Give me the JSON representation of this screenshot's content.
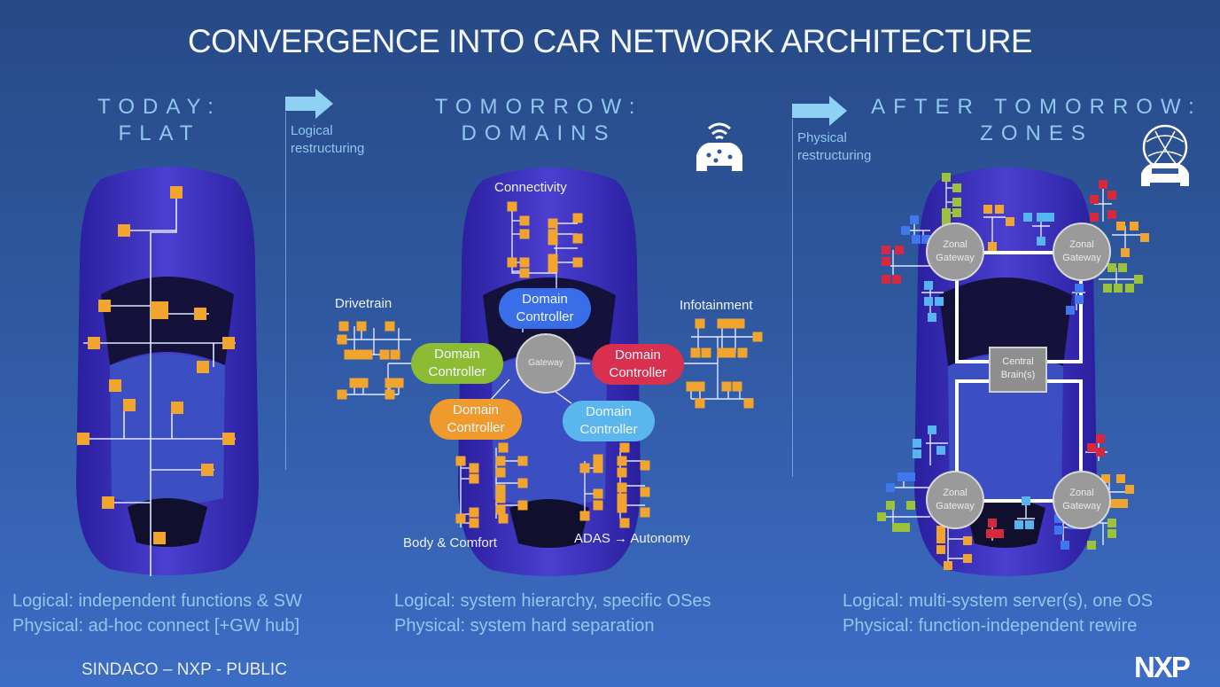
{
  "title": "CONVERGENCE INTO CAR NETWORK ARCHITECTURE",
  "columns": [
    {
      "heading_line1": "TODAY:",
      "heading_line2": "FLAT",
      "desc_logical": "Logical: independent functions & SW",
      "desc_physical": "Physical: ad-hoc connect [+GW hub]"
    },
    {
      "heading_line1": "TOMORROW:",
      "heading_line2": "DOMAINS",
      "icon": "connected-car-icon",
      "desc_logical": "Logical: system hierarchy, specific OSes",
      "desc_physical": "Physical: system hard separation",
      "domain_labels": {
        "connectivity": "Connectivity",
        "drivetrain": "Drivetrain",
        "infotainment": "Infotainment",
        "body": "Body & Comfort",
        "adas": "ADAS → Autonomy"
      },
      "controllers": [
        {
          "label": "Domain Controller",
          "color": "#3a6ee8"
        },
        {
          "label": "Domain Controller",
          "color": "#8cbb34"
        },
        {
          "label": "Domain Controller",
          "color": "#d9304f"
        },
        {
          "label": "Domain Controller",
          "color": "#ef9a2c"
        },
        {
          "label": "Domain Controller",
          "color": "#5bb6ee"
        }
      ],
      "gateway_label": "Gateway"
    },
    {
      "heading_line1": "AFTER TOMORROW:",
      "heading_line2": "ZONES",
      "icon": "globe-car-icon",
      "desc_logical": "Logical: multi-system server(s), one OS",
      "desc_physical": "Physical: function-independent rewire",
      "zonal_gateway_label": "Zonal Gateway",
      "central_brain_label": "Central Brain(s)"
    }
  ],
  "transitions": [
    {
      "line1": "Logical",
      "line2": "restructuring"
    },
    {
      "line1": "Physical",
      "line2": "restructuring"
    }
  ],
  "footer": "SINDACO – NXP - PUBLIC",
  "logo": "NXP",
  "colors": {
    "node_orange": "#f2a52e",
    "node_green": "#9bc23a",
    "node_red": "#d8283f",
    "node_blue": "#3f78ee",
    "node_lightblue": "#56b4f0",
    "heading": "#8fc7ef",
    "car_body": "#3a2fb8"
  }
}
